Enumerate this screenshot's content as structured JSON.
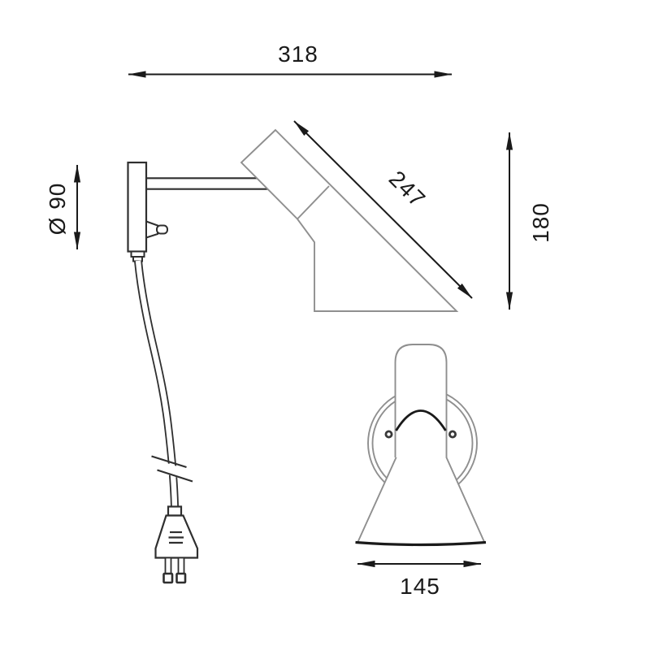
{
  "figure": {
    "type": "technical-drawing",
    "views": {
      "side_view": "wall lamp side elevation with wall plate, switch, arm, angled shade, power cord with break mark and two-pin plug",
      "front_view": "wall lamp front elevation with round wall plate, two screws, cylinder and conical shade"
    },
    "dims": {
      "overall_width": "318",
      "shade_length": "247",
      "overall_height": "180",
      "wall_plate_diameter": "Ø 90",
      "shade_opening_width": "145"
    },
    "colors": {
      "background": "#ffffff",
      "outline_gray": "#8f8f8f",
      "dark_ink": "#2f2f2f",
      "dimension_ink": "#1a1a1a"
    }
  }
}
